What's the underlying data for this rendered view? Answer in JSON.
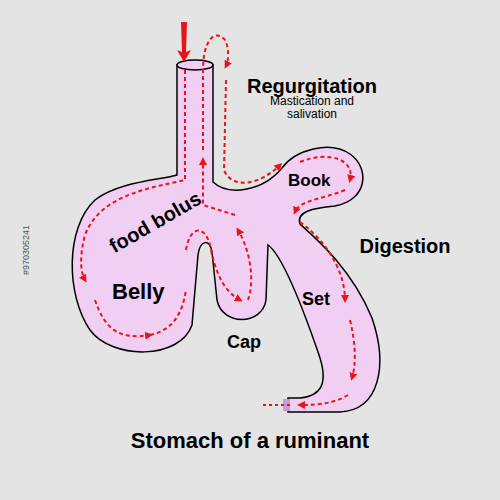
{
  "diagram": {
    "caption": "Stomach of a ruminant",
    "labels": [
      "Regurgitation",
      "Mastication and salivation",
      "Book",
      "food bolus",
      "Digestion",
      "Belly",
      "Set",
      "Cap",
      "#970305241"
    ]
  }
}
